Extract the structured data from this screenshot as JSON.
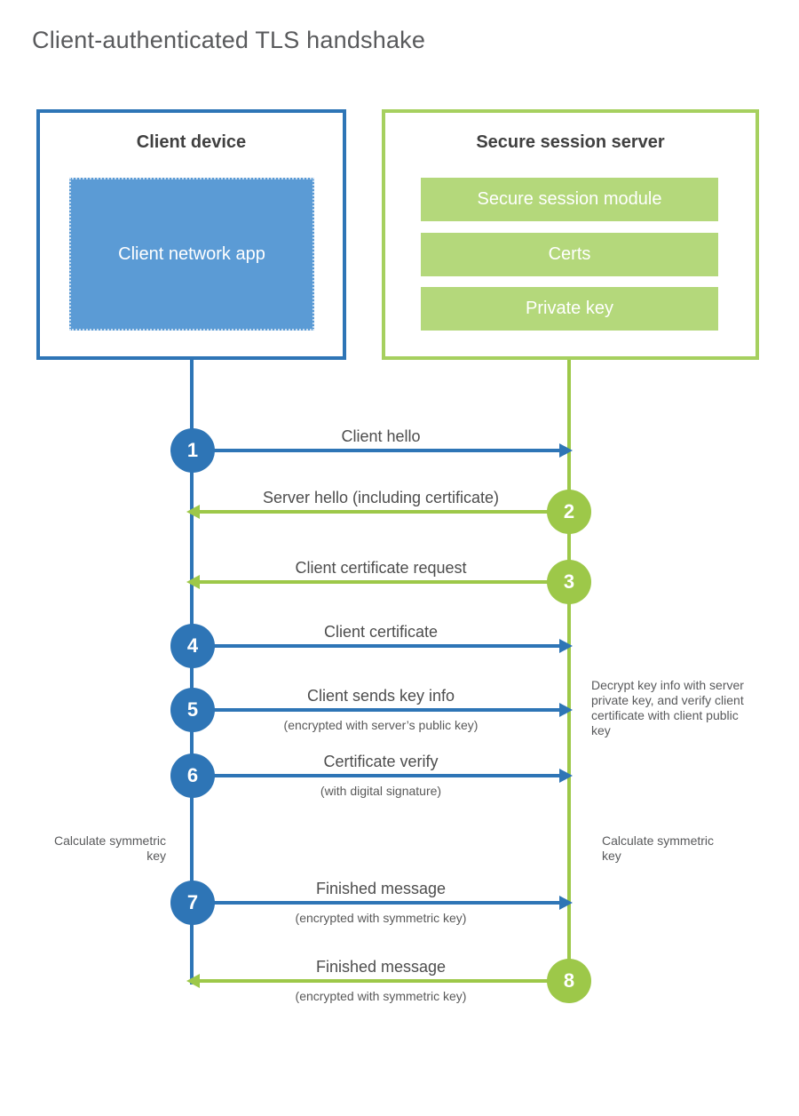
{
  "title": "Client-authenticated TLS handshake",
  "client": {
    "title": "Client device",
    "app": "Client network app"
  },
  "server": {
    "title": "Secure session server",
    "modules": [
      "Secure session module",
      "Certs",
      "Private key"
    ]
  },
  "steps": [
    {
      "num": "1",
      "label": "Client hello",
      "direction": "right",
      "color": "blue"
    },
    {
      "num": "2",
      "label": "Server hello (including certificate)",
      "direction": "left",
      "color": "green"
    },
    {
      "num": "3",
      "label": "Client certificate request",
      "direction": "left",
      "color": "green"
    },
    {
      "num": "4",
      "label": "Client certificate",
      "direction": "right",
      "color": "blue"
    },
    {
      "num": "5",
      "label": "Client sends key info",
      "sub": "(encrypted with server’s public key)",
      "direction": "right",
      "color": "blue"
    },
    {
      "num": "6",
      "label": "Certificate verify",
      "sub": "(with digital signature)",
      "direction": "right",
      "color": "blue"
    },
    {
      "num": "7",
      "label": "Finished message",
      "sub": "(encrypted with symmetric key)",
      "direction": "right",
      "color": "blue"
    },
    {
      "num": "8",
      "label": "Finished message",
      "sub": "(encrypted with symmetric key)",
      "direction": "left",
      "color": "green"
    }
  ],
  "notes": {
    "decrypt": "Decrypt key info with server private key, and verify client certificate with client public key",
    "calc_left": "Calculate symmetric key",
    "calc_right": "Calculate symmetric key"
  },
  "colors": {
    "blue": "#2e75b6",
    "blue_fill": "#5b9bd5",
    "green": "#9dc849",
    "green_border": "#a6d05f",
    "green_fill": "#b4d87b",
    "text": "#4d4d4d"
  }
}
